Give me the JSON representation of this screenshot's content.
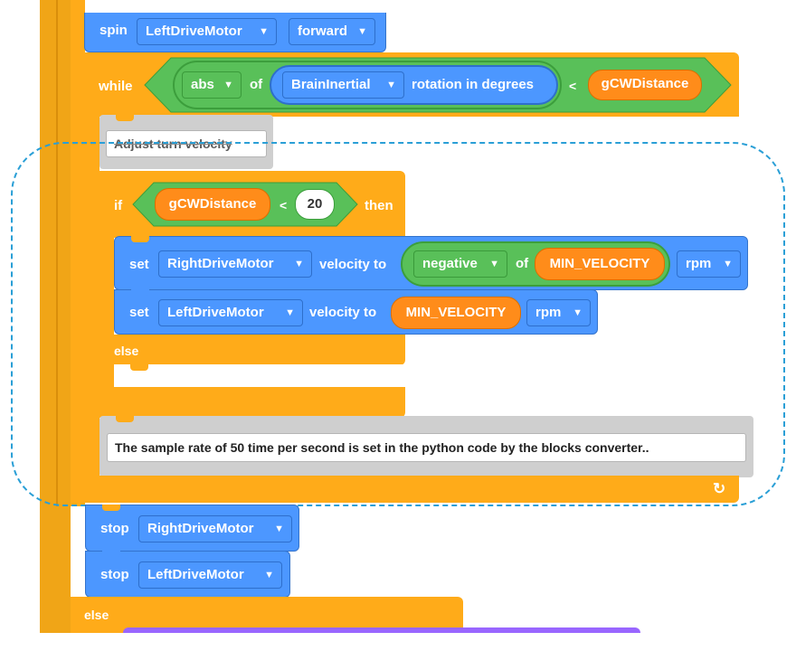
{
  "spin_block": {
    "keyword": "spin",
    "motor": "LeftDriveMotor",
    "direction": "forward"
  },
  "while_block": {
    "keyword": "while",
    "abs_op": "abs",
    "of_label": "of",
    "sensor": "BrainInertial",
    "rotation_text": "rotation in degrees",
    "compare_op": "<",
    "variable": "gCWDistance"
  },
  "comment_adjust": "Adjust turn velocity",
  "if_block": {
    "if_label": "if",
    "variable": "gCWDistance",
    "compare_op": "<",
    "value": "20",
    "then_label": "then",
    "else_label": "else"
  },
  "set_right": {
    "keyword": "set",
    "motor": "RightDriveMotor",
    "velocity_label": "velocity to",
    "negative_op": "negative",
    "of_label": "of",
    "variable": "MIN_VELOCITY",
    "unit": "rpm"
  },
  "set_left": {
    "keyword": "set",
    "motor": "LeftDriveMotor",
    "velocity_label": "velocity to",
    "variable": "MIN_VELOCITY",
    "unit": "rpm"
  },
  "comment_sample": "The sample rate of 50 time per second is set in the python code by the blocks converter..",
  "loop_arrow": "↻",
  "stop_right": {
    "keyword": "stop",
    "motor": "RightDriveMotor"
  },
  "stop_left": {
    "keyword": "stop",
    "motor": "LeftDriveMotor"
  },
  "outer_else": "else",
  "caret": "▼",
  "colors": {
    "control": "#FFAB19",
    "motion": "#4C97FF",
    "operator": "#59C059",
    "variable": "#FF8C1A",
    "comment": "#cfcfcf",
    "highlight": "#2A9FD6"
  }
}
